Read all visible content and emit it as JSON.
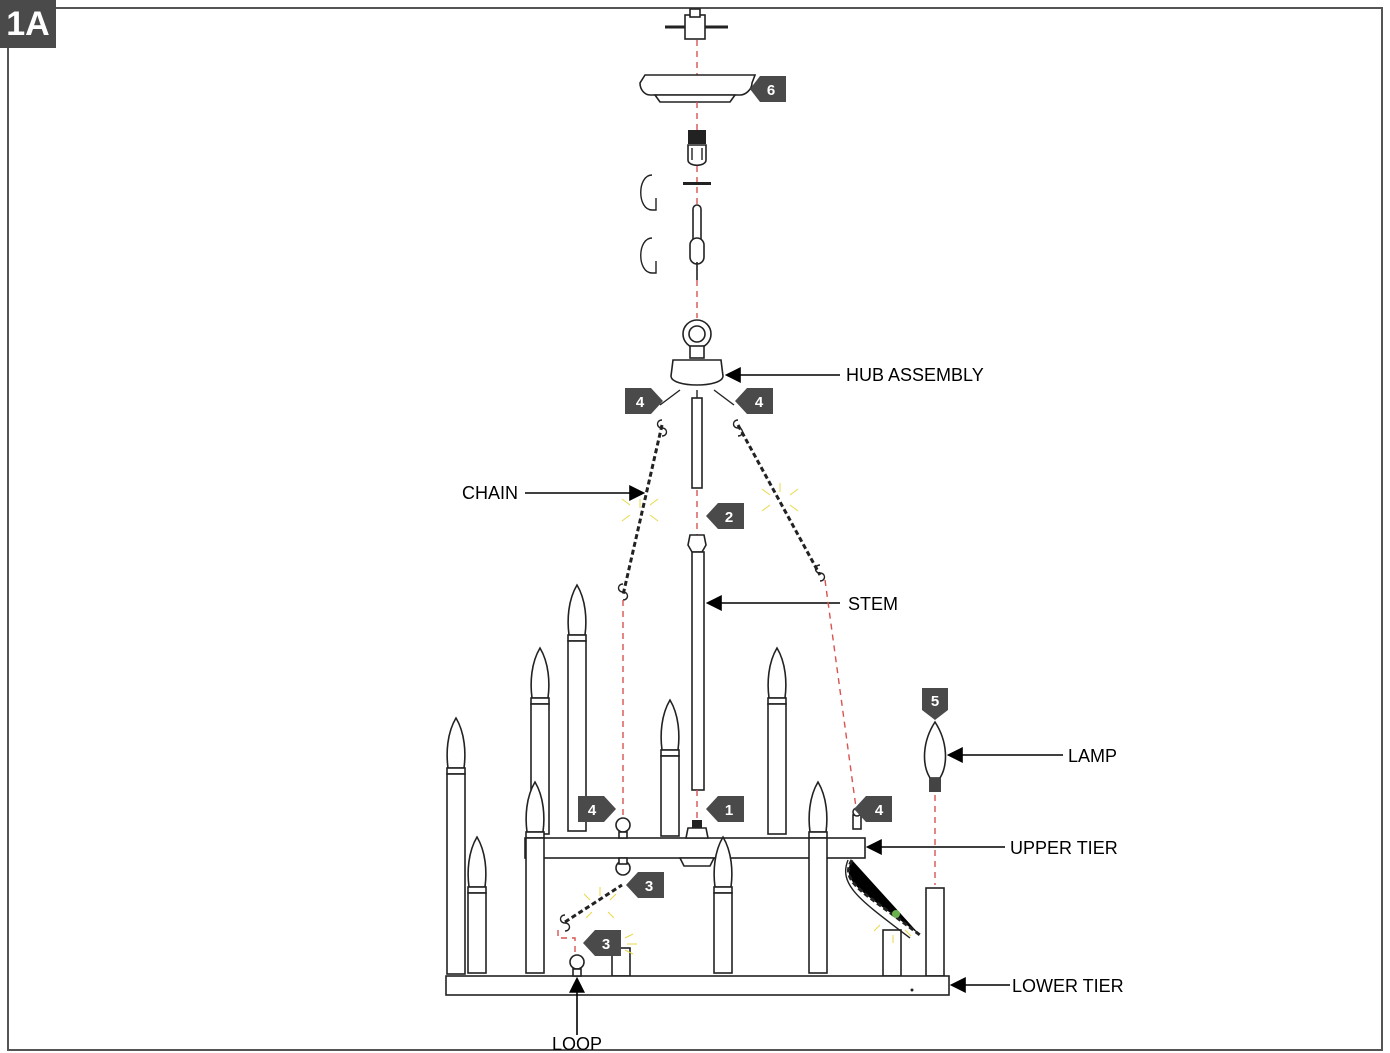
{
  "figure": {
    "id_label": "1A"
  },
  "labels": {
    "hub_assembly": "HUB ASSEMBLY",
    "chain": "CHAIN",
    "stem": "STEM",
    "lamp": "LAMP",
    "upper_tier": "UPPER TIER",
    "lower_tier": "LOWER TIER",
    "loop": "LOOP"
  },
  "steps": {
    "canopy": "6",
    "hub_left": "4",
    "hub_right": "4",
    "stem": "2",
    "lamp": "5",
    "upper_left": "4",
    "upper_right": "4",
    "upper_center": "1",
    "lower_a": "3",
    "lower_b": "3"
  },
  "colors": {
    "badge": "#4a4a4a",
    "guide_line": "#d9534f",
    "highlight": "#e8d84a",
    "outline": "#222222"
  }
}
